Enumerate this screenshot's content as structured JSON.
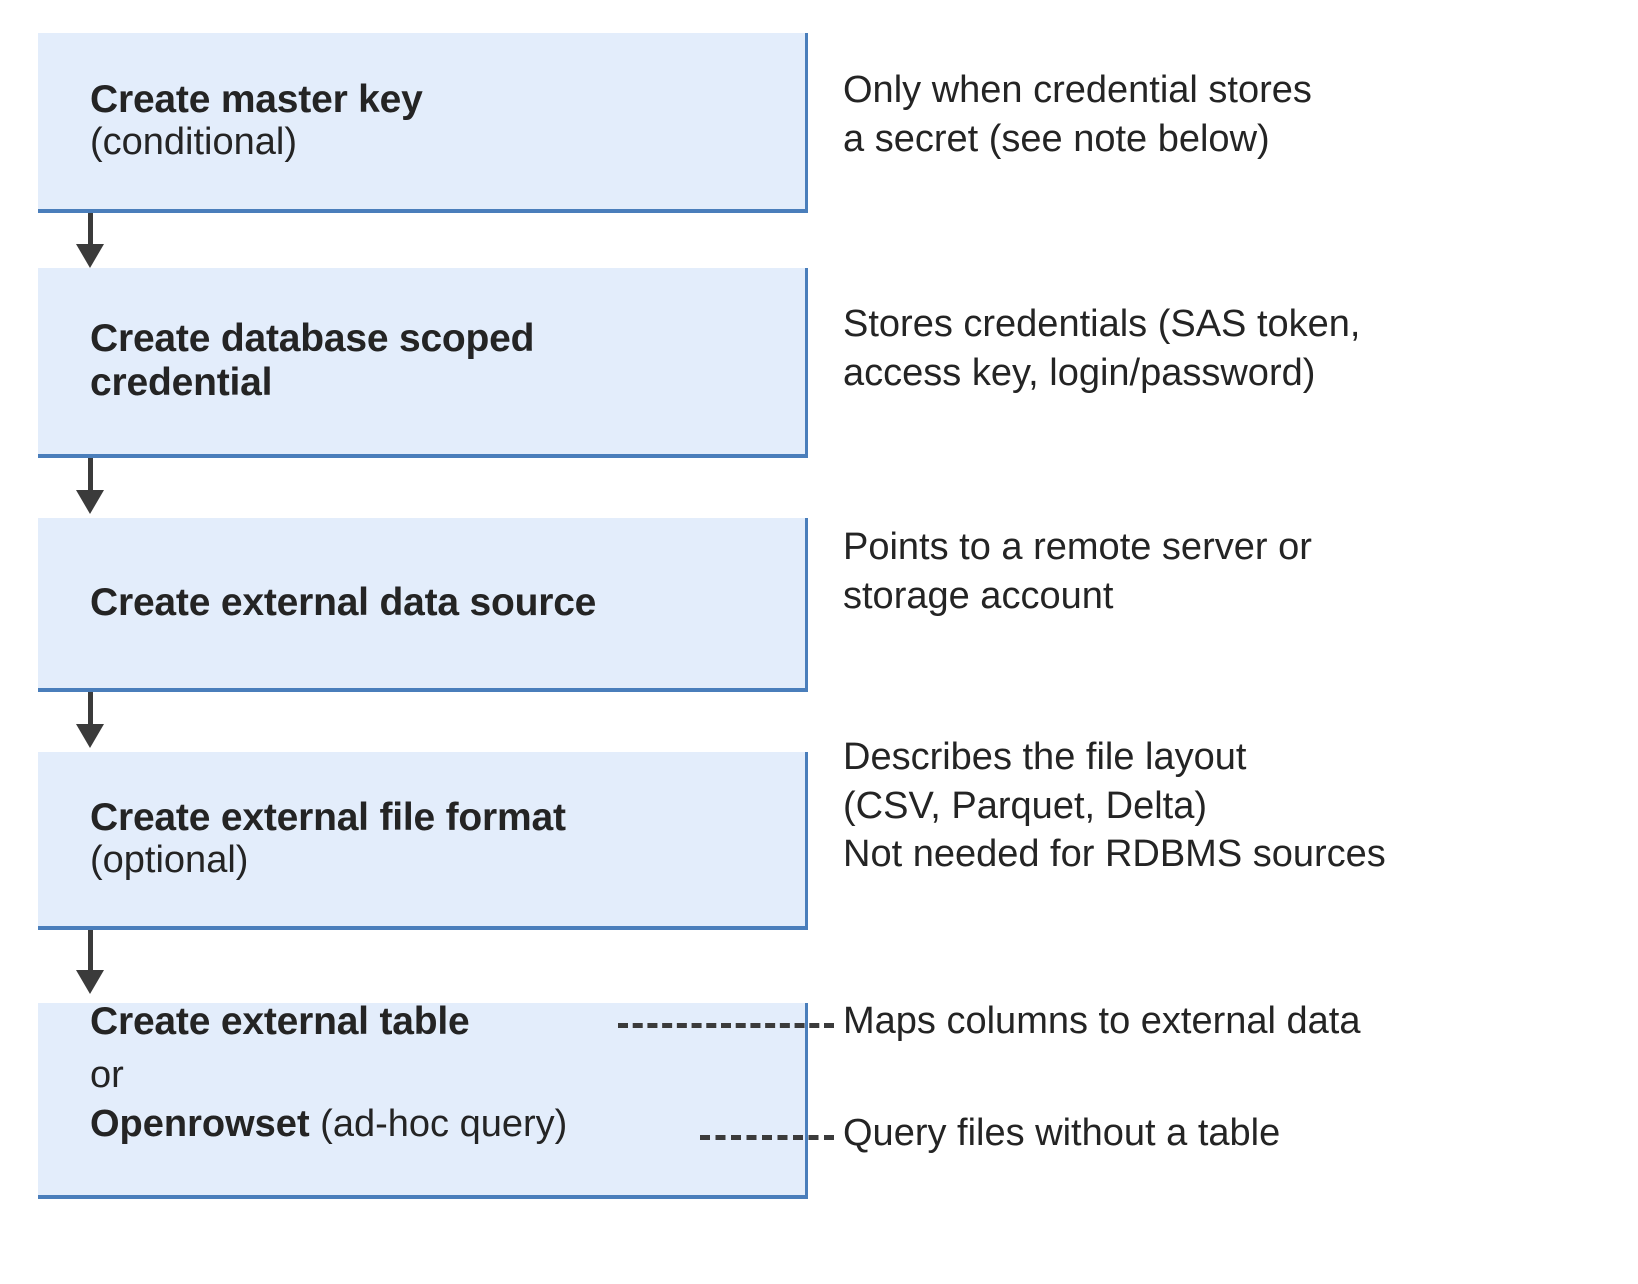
{
  "diagram": {
    "type": "flowchart",
    "orientation": "vertical",
    "accent_color": "#4a7ebb",
    "box_fill_color": "#e3edfb",
    "text_color": "#242424",
    "connector_color": "#3b3b3b",
    "steps": [
      {
        "id": "create-master-key",
        "title": "Create master key",
        "subtitle": "(conditional)",
        "description": "Only when credential stores\na secret (see note below)",
        "connector_to_next": "solid-arrow"
      },
      {
        "id": "create-database-scoped-credential",
        "title": "Create database scoped\ncredential",
        "subtitle": "",
        "description": "Stores credentials (SAS token,\naccess key, login/password)",
        "connector_to_next": "solid-arrow"
      },
      {
        "id": "create-external-data-source",
        "title": "Create external data source",
        "subtitle": "",
        "description": "Points to a remote server or\nstorage account",
        "connector_to_next": "solid-arrow"
      },
      {
        "id": "create-external-file-format",
        "title": "Create external file format",
        "subtitle": "(optional)",
        "description": "Describes the file layout\n(CSV, Parquet, Delta)\nNot needed for RDBMS sources",
        "connector_to_next": "solid-arrow"
      },
      {
        "id": "create-external-table-or-openrowset",
        "title": "Create external table",
        "separator": "or",
        "alt_title": "Openrowset",
        "alt_title_suffix": " (ad-hoc query)",
        "description_table": "Maps columns to external data",
        "description_openrowset": "Query files without a table",
        "connector_to_next": "none"
      }
    ]
  }
}
